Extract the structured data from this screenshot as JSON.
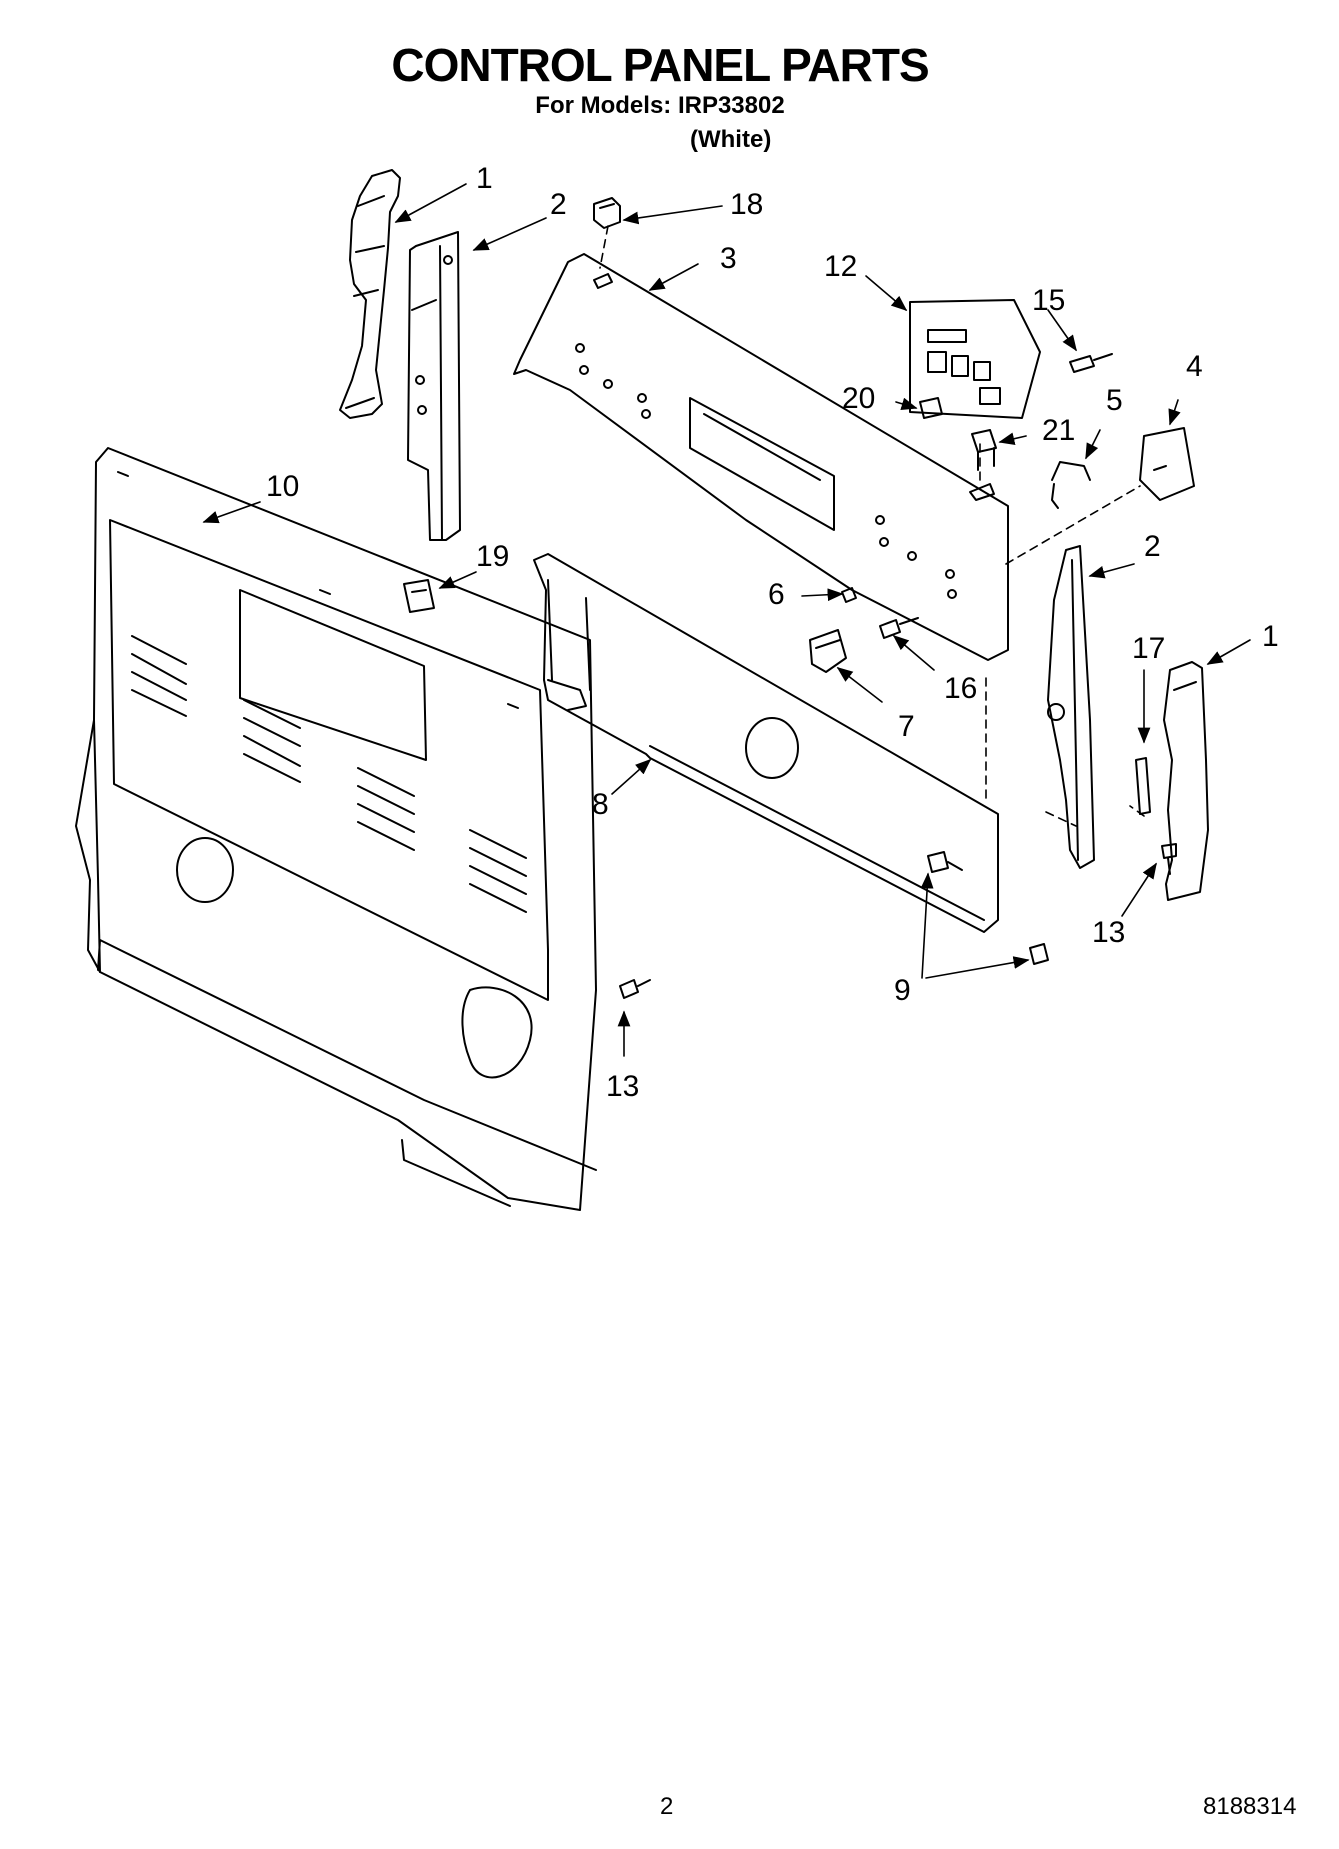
{
  "header": {
    "title": "CONTROL PANEL PARTS",
    "models_line": "For Models: IRP33802",
    "variant": "(White)"
  },
  "footer": {
    "page_number": "2",
    "document_number": "8188314"
  },
  "callouts": {
    "c1_top": "1",
    "c2_top": "2",
    "c18": "18",
    "c3": "3",
    "c12": "12",
    "c15": "15",
    "c4": "4",
    "c5": "5",
    "c20": "20",
    "c21": "21",
    "c10": "10",
    "c19": "19",
    "c6": "6",
    "c16": "16",
    "c7": "7",
    "c2_right": "2",
    "c17": "17",
    "c1_right": "1",
    "c8": "8",
    "c9": "9",
    "c13_right": "13",
    "c13_bottom": "13"
  }
}
